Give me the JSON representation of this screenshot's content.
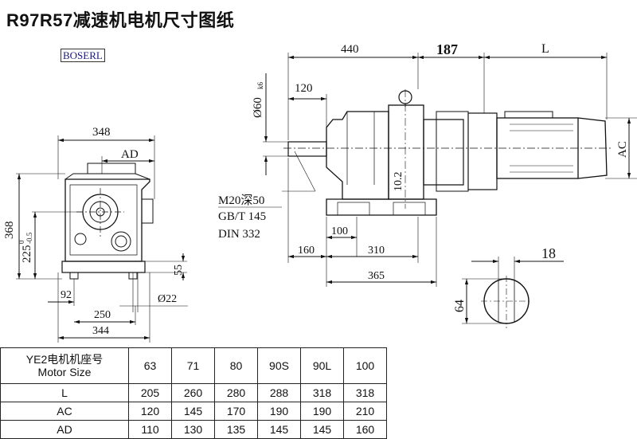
{
  "title": "R97R57减速机电机尺寸图纸",
  "brand": "BOSERL",
  "front_view": {
    "dims": {
      "width_top": "348",
      "ad": "AD",
      "height_total": "368",
      "shaft_height": "225",
      "shaft_height_tol_upper": "0",
      "shaft_height_tol_lower": "-0.5",
      "foot_height": "55",
      "foot_offset": "92",
      "bolt_hole": "Ø22",
      "bolt_span": "250",
      "base_width": "344"
    }
  },
  "side_view": {
    "dims": {
      "total_gearbox": "440",
      "adapter": "187",
      "motor_length": "L",
      "shaft_diameter": "Ø60",
      "shaft_diameter_fit": "k6",
      "shaft_length": "120",
      "motor_ac": "AC",
      "thread": "M20深50",
      "standard_1": "GB/T 145",
      "standard_2": "DIN 332",
      "key_offset": "10.2",
      "dim_100": "100",
      "dim_160": "160",
      "dim_310": "310",
      "dim_365": "365"
    }
  },
  "shaft_section": {
    "dims": {
      "key_width": "18",
      "key_height": "64"
    }
  },
  "spec_table": {
    "header_line1": "YE2电机机座号",
    "header_line2": "Motor Size",
    "frames": [
      "63",
      "71",
      "80",
      "90S",
      "90L",
      "100"
    ],
    "rows": [
      {
        "label": "L",
        "values": [
          "205",
          "260",
          "280",
          "288",
          "318",
          "318"
        ]
      },
      {
        "label": "AC",
        "values": [
          "120",
          "145",
          "170",
          "190",
          "190",
          "210"
        ]
      },
      {
        "label": "AD",
        "values": [
          "110",
          "130",
          "135",
          "145",
          "145",
          "160"
        ]
      }
    ]
  }
}
